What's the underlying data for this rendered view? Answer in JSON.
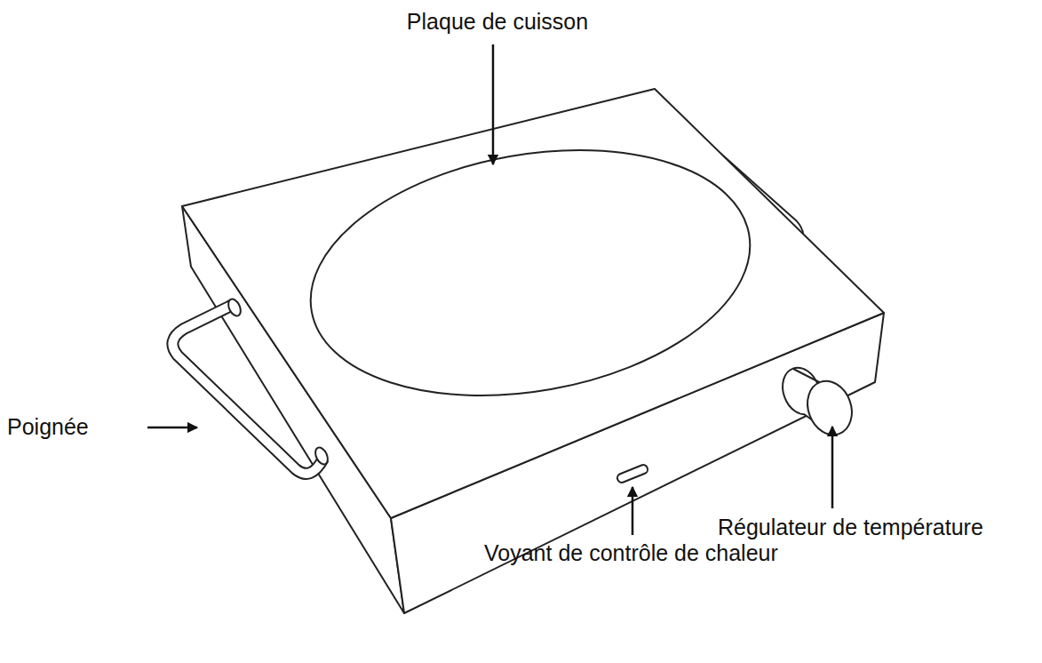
{
  "diagram": {
    "labels": [
      "Plaque de cuisson",
      "Poignée",
      "Régulateur de température",
      "Voyant de contrôle de chaleur"
    ]
  }
}
